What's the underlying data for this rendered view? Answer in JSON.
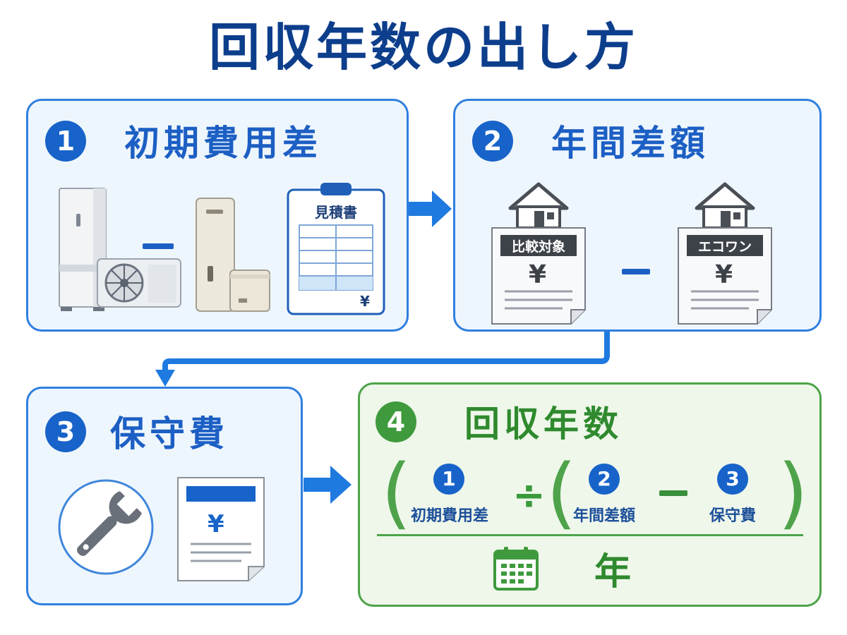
{
  "title": "回収年数の出し方",
  "steps": [
    {
      "number": "1",
      "title": "初期費用差"
    },
    {
      "number": "2",
      "title": "年間差額"
    },
    {
      "number": "3",
      "title": "保守費"
    },
    {
      "number": "4",
      "title": "回収年数"
    }
  ],
  "estimate": {
    "label": "見積書",
    "currency": "¥"
  },
  "bills": [
    {
      "label": "比較対象",
      "currency": "¥"
    },
    {
      "label": "エコワン",
      "currency": "¥"
    }
  ],
  "maintenance_doc": {
    "currency": "¥"
  },
  "formula": {
    "items": [
      {
        "number": "1",
        "label": "初期費用差"
      },
      {
        "number": "2",
        "label": "年間差額"
      },
      {
        "number": "3",
        "label": "保守費"
      }
    ],
    "result_unit": "年"
  },
  "colors": {
    "blue": "#1763c9",
    "green": "#3f9a3d",
    "navy": "#0d3e8c"
  }
}
